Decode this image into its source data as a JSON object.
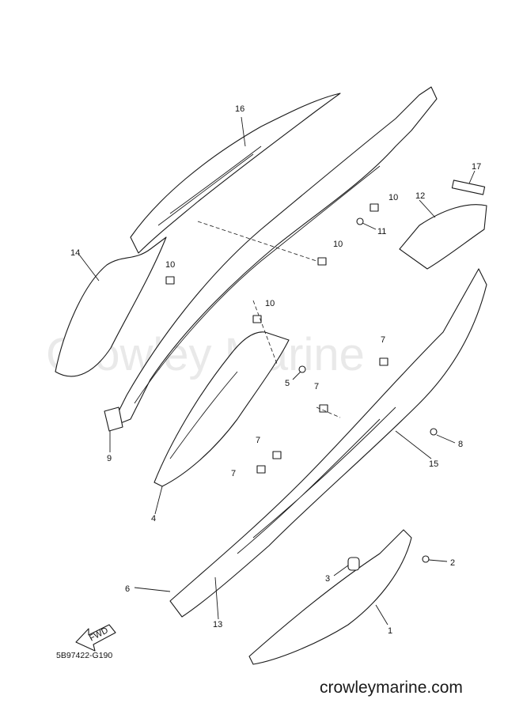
{
  "watermark": "Crowley Marine",
  "diagram_code": "5B97422-G190",
  "website": "crowleymarine.com",
  "fwd_arrow_text": "FWD",
  "callouts": {
    "c1": "1",
    "c2": "2",
    "c3": "3",
    "c4": "4",
    "c5": "5",
    "c6": "6",
    "c7a": "7",
    "c7b": "7",
    "c7c": "7",
    "c7d": "7",
    "c8": "8",
    "c9": "9",
    "c10a": "10",
    "c10b": "10",
    "c10c": "10",
    "c10d": "10",
    "c11": "11",
    "c12": "12",
    "c13": "13",
    "c14": "14",
    "c15": "15",
    "c16": "16",
    "c17": "17"
  }
}
